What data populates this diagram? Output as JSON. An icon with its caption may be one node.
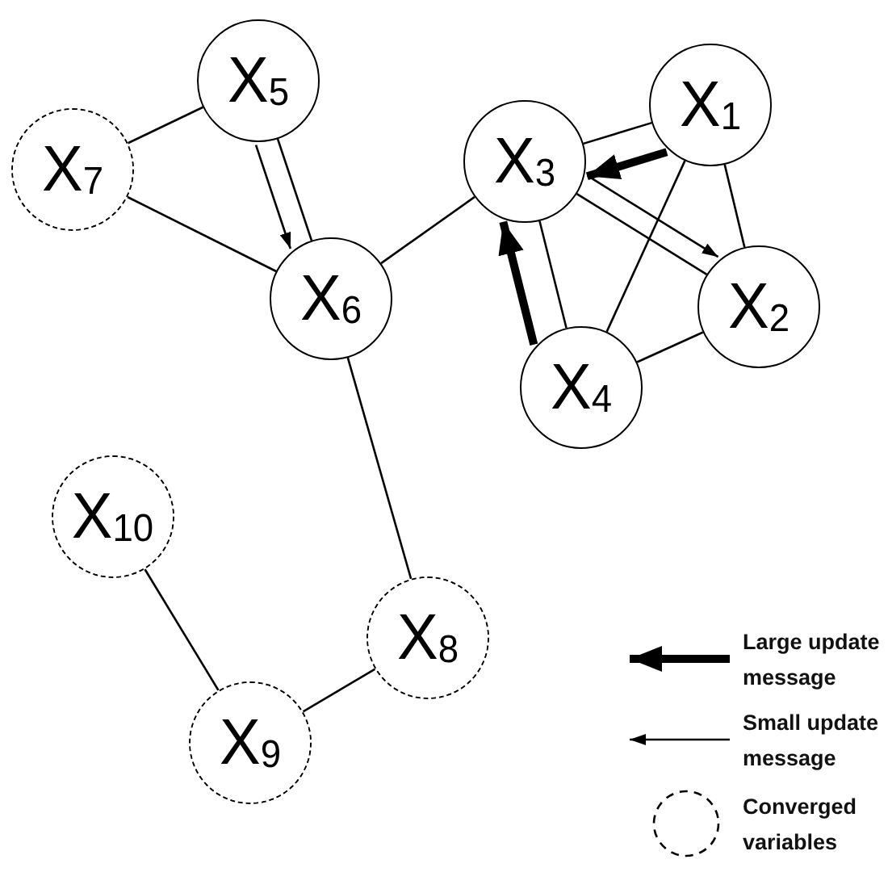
{
  "diagram": {
    "nodes": [
      {
        "text": [
          "X$_{1}$"
        ]
      },
      {
        "text": [
          "X$_{2}$"
        ]
      },
      {
        "text": [
          "X$_{3}$"
        ]
      },
      {
        "text": [
          "X$_{4}$"
        ]
      },
      {
        "text": [
          "X$_{5}$"
        ]
      },
      {
        "text": [
          "X$_{6}$"
        ]
      },
      {
        "text": [
          "X$_{7}$"
        ]
      },
      {
        "text": [
          "X$_{8}$"
        ]
      },
      {
        "text": [
          "X$_{9}$"
        ]
      },
      {
        "text": [
          "X$_{10}$"
        ]
      }
    ],
    "edges": [
      {
        "from": 6,
        "to": 4,
        "arrow": "none"
      },
      {
        "from": 6,
        "to": 5,
        "arrow": "none"
      },
      {
        "from": 4,
        "to": 5,
        "arrow": "none"
      },
      {
        "from": 5,
        "to": 2,
        "arrow": "none"
      },
      {
        "from": 2,
        "to": 0,
        "arrow": "none"
      },
      {
        "from": 2,
        "to": 1,
        "arrow": "none"
      },
      {
        "from": 2,
        "to": 3,
        "arrow": "none"
      },
      {
        "from": 0,
        "to": 1,
        "arrow": "none"
      },
      {
        "from": 0,
        "to": 3,
        "arrow": "none"
      },
      {
        "from": 3,
        "to": 1,
        "arrow": "none"
      },
      {
        "from": 5,
        "to": 7,
        "arrow": "none"
      },
      {
        "from": 7,
        "to": 8,
        "arrow": "none"
      },
      {
        "from": 8,
        "to": 9,
        "arrow": "none"
      },
      {
        "from": 4,
        "to": 5,
        "arrow": "to"
      },
      {
        "from": 0,
        "to": 2,
        "arrow": "to",
        "style": "thick"
      },
      {
        "from": 2,
        "to": 1,
        "arrow": "to"
      },
      {
        "from": 3,
        "to": 2,
        "arrow": "to",
        "style": "thick"
      }
    ],
    "legend": [
      {
        "text": "Large update message"
      },
      {
        "text": "Small update message"
      },
      {
        "text": "Converged variables"
      }
    ]
  }
}
